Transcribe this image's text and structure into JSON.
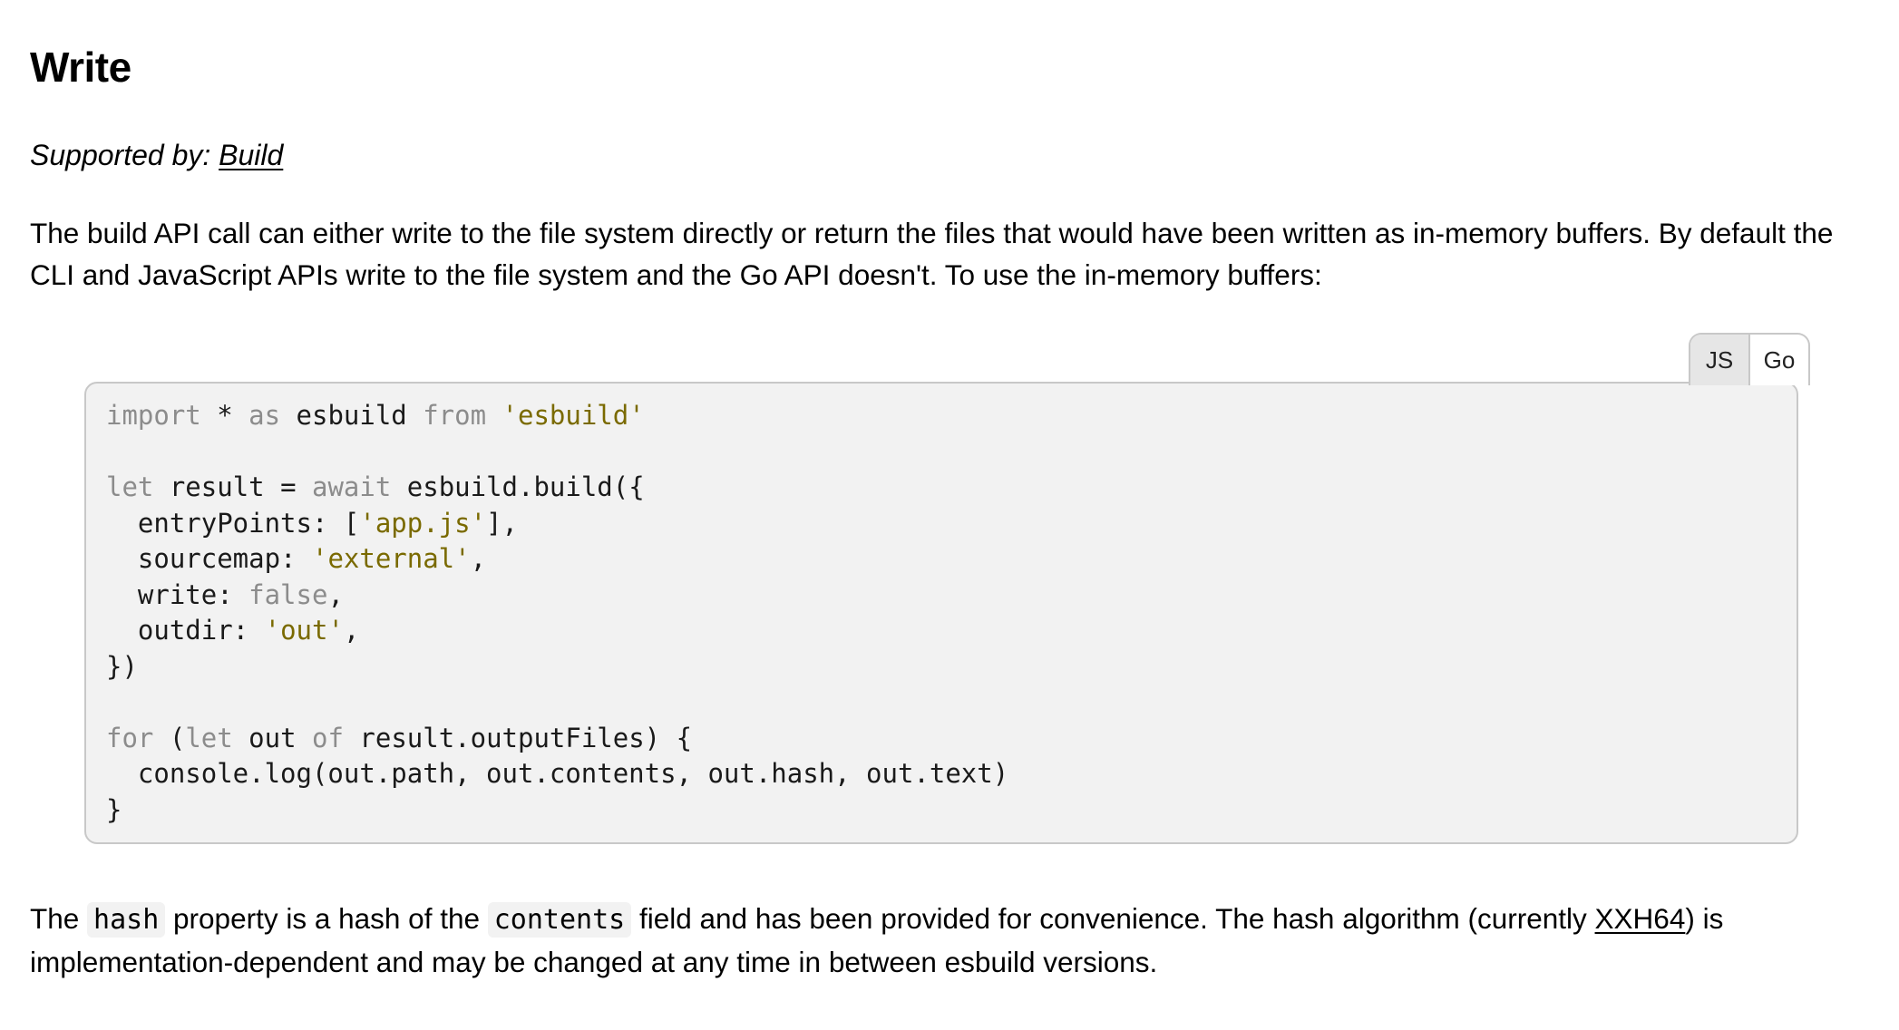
{
  "heading": "Write",
  "supported": {
    "prefix": "Supported by: ",
    "link": "Build"
  },
  "intro": "The build API call can either write to the file system directly or return the files that would have been written as in-memory buffers. By default the CLI and JavaScript APIs write to the file system and the Go API doesn't. To use the in-memory buffers:",
  "tabs": [
    {
      "label": "JS",
      "active": true
    },
    {
      "label": "Go",
      "active": false
    }
  ],
  "code_lines": [
    [
      [
        "kw",
        "import"
      ],
      [
        "pl",
        " * "
      ],
      [
        "kw",
        "as"
      ],
      [
        "pl",
        " esbuild "
      ],
      [
        "kw",
        "from"
      ],
      [
        "pl",
        " "
      ],
      [
        "str",
        "'esbuild'"
      ]
    ],
    [],
    [
      [
        "kw",
        "let"
      ],
      [
        "pl",
        " result = "
      ],
      [
        "kw",
        "await"
      ],
      [
        "pl",
        " esbuild.build({"
      ]
    ],
    [
      [
        "pl",
        "  entryPoints: ["
      ],
      [
        "str",
        "'app.js'"
      ],
      [
        "pl",
        "],"
      ]
    ],
    [
      [
        "pl",
        "  sourcemap: "
      ],
      [
        "str",
        "'external'"
      ],
      [
        "pl",
        ","
      ]
    ],
    [
      [
        "pl",
        "  write: "
      ],
      [
        "kw",
        "false"
      ],
      [
        "pl",
        ","
      ]
    ],
    [
      [
        "pl",
        "  outdir: "
      ],
      [
        "str",
        "'out'"
      ],
      [
        "pl",
        ","
      ]
    ],
    [
      [
        "pl",
        "})"
      ]
    ],
    [],
    [
      [
        "kw",
        "for"
      ],
      [
        "pl",
        " ("
      ],
      [
        "kw",
        "let"
      ],
      [
        "pl",
        " out "
      ],
      [
        "kw",
        "of"
      ],
      [
        "pl",
        " result.outputFiles) {"
      ]
    ],
    [
      [
        "pl",
        "  console.log(out.path, out.contents, out.hash, out.text)"
      ]
    ],
    [
      [
        "pl",
        "}"
      ]
    ]
  ],
  "outro": {
    "t1": "The ",
    "code1": "hash",
    "t2": " property is a hash of the ",
    "code2": "contents",
    "t3": " field and has been provided for convenience. The hash algorithm (currently ",
    "link": "XXH64",
    "t4": ") is implementation-dependent and may be changed at any time in between esbuild versions."
  }
}
